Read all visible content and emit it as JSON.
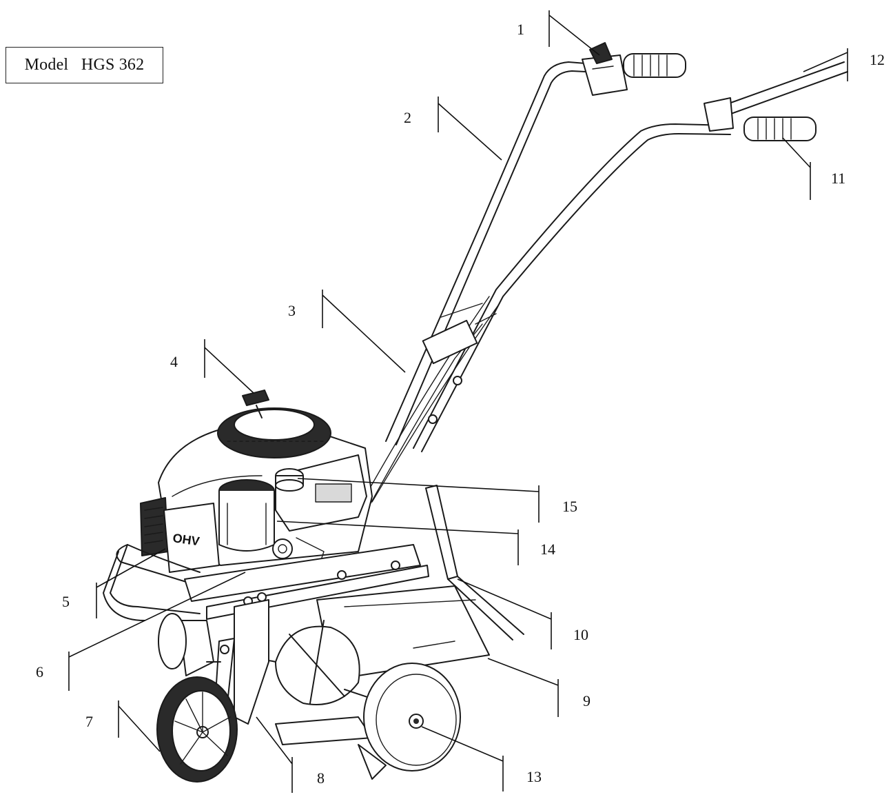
{
  "model_label": {
    "prefix": "Model",
    "code": "HGS 362"
  },
  "engine_brand_text": "OHV",
  "callouts": [
    {
      "id": "1",
      "label": "1"
    },
    {
      "id": "2",
      "label": "2"
    },
    {
      "id": "3",
      "label": "3"
    },
    {
      "id": "4",
      "label": "4"
    },
    {
      "id": "5",
      "label": "5"
    },
    {
      "id": "6",
      "label": "6"
    },
    {
      "id": "7",
      "label": "7"
    },
    {
      "id": "8",
      "label": "8"
    },
    {
      "id": "9",
      "label": "9"
    },
    {
      "id": "10",
      "label": "10"
    },
    {
      "id": "11",
      "label": "11"
    },
    {
      "id": "12",
      "label": "12"
    },
    {
      "id": "13",
      "label": "13"
    },
    {
      "id": "14",
      "label": "14"
    },
    {
      "id": "15",
      "label": "15"
    }
  ]
}
